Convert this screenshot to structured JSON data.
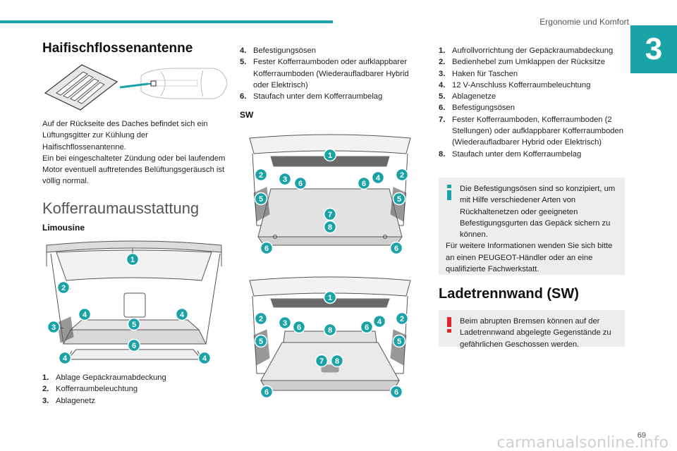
{
  "header": {
    "title": "Ergonomie und Komfort",
    "chapter": "3"
  },
  "antenna": {
    "title": "Haifischflossenantenne",
    "text": "Auf der Rückseite des Daches befindet sich ein Lüftungsgitter zur Kühlung der Haifischflossenantenne.\nEin bei eingeschalteter Zündung oder bei laufendem Motor eventuell auftretendes Belüftungsgeräusch ist völlig normal."
  },
  "trunk": {
    "title": "Kofferraumausstattung",
    "limousine_label": "Limousine",
    "limousine_items": [
      {
        "n": "1.",
        "t": "Ablage Gepäckraumabdeckung"
      },
      {
        "n": "2.",
        "t": "Kofferraumbeleuchtung"
      },
      {
        "n": "3.",
        "t": "Ablagenetz"
      },
      {
        "n": "4.",
        "t": "Befestigungsösen"
      },
      {
        "n": "5.",
        "t": "Fester Kofferraumboden oder aufklappbarer Kofferraumboden (Wiederaufladbarer Hybrid oder Elektrisch)"
      },
      {
        "n": "6.",
        "t": "Staufach unter dem Kofferraumbelag"
      }
    ],
    "sw_label": "SW",
    "sw_items": [
      {
        "n": "1.",
        "t": "Aufrollvorrichtung der Gepäckraumabdeckung"
      },
      {
        "n": "2.",
        "t": "Bedienhebel zum Umklappen der Rücksitze"
      },
      {
        "n": "3.",
        "t": "Haken für Taschen"
      },
      {
        "n": "4.",
        "t": "12 V-Anschluss Kofferraumbeleuchtung"
      },
      {
        "n": "5.",
        "t": "Ablagenetze"
      },
      {
        "n": "6.",
        "t": "Befestigungsösen"
      },
      {
        "n": "7.",
        "t": "Fester Kofferraumboden, Kofferraumboden (2 Stellungen) oder aufklappbarer Kofferraumboden (Wiederaufladbarer Hybrid oder Elektrisch)"
      },
      {
        "n": "8.",
        "t": "Staufach unter dem Kofferraumbelag"
      }
    ],
    "info_first": "Die Befestigungsösen sind so konzipiert, um mit Hilfe verschiedener Arten von Rückhaltenetzen oder geeigneten Befestigungsgurten das Gepäck sichern zu können.",
    "info_second": "Für weitere Informationen wenden Sie sich bitte an einen PEUGEOT-Händler oder an eine qualifizierte Fachwerkstatt."
  },
  "partition": {
    "title": "Ladetrennwand (SW)",
    "warning": "Beim abrupten Bremsen können auf der Ladetrennwand abgelegte Gegenstände zu gefährlichen Geschossen werden."
  },
  "labels_limousine": [
    "1",
    "2",
    "3",
    "4",
    "4",
    "5",
    "6",
    "4",
    "4"
  ],
  "labels_sw1": [
    "1",
    "2",
    "3",
    "6",
    "6",
    "4",
    "2",
    "5",
    "5",
    "7",
    "8",
    "6",
    "6"
  ],
  "labels_sw2": [
    "1",
    "2",
    "3",
    "6",
    "8",
    "6",
    "4",
    "2",
    "5",
    "5",
    "7",
    "8",
    "6",
    "6"
  ],
  "footer": {
    "page": "69",
    "watermark": "carmanualsonline.info"
  },
  "colors": {
    "accent": "#1aa3a6",
    "label": "#1aa3a6",
    "box": "#ededed",
    "warn": "#e3232c"
  }
}
